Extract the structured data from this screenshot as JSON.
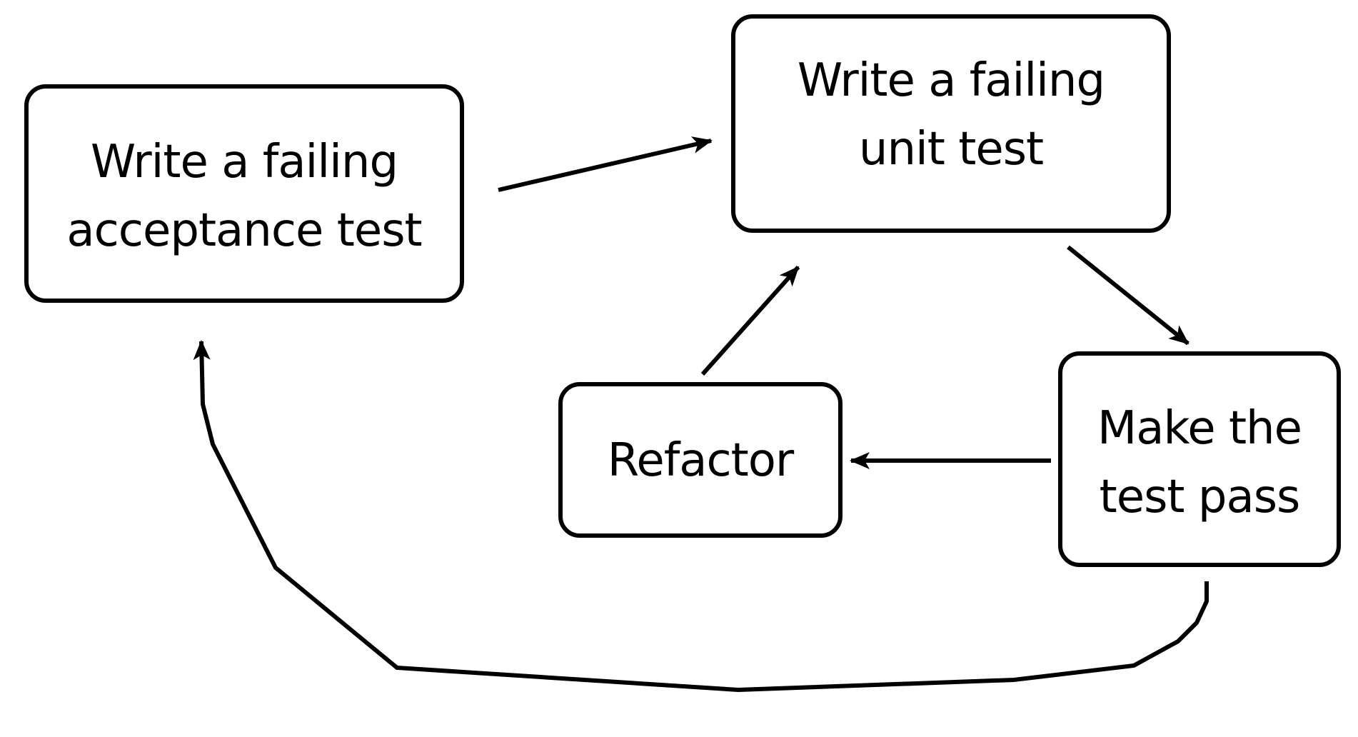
{
  "diagram": {
    "nodes": {
      "acceptance_test": {
        "label": "Write a failing\nacceptance test"
      },
      "unit_test": {
        "label": "Write a failing\nunit test"
      },
      "make_pass": {
        "label": "Make the\ntest pass"
      },
      "refactor": {
        "label": "Refactor"
      }
    },
    "edges": [
      {
        "from": "acceptance_test",
        "to": "unit_test"
      },
      {
        "from": "unit_test",
        "to": "make_pass"
      },
      {
        "from": "make_pass",
        "to": "refactor"
      },
      {
        "from": "refactor",
        "to": "unit_test"
      },
      {
        "from": "make_pass",
        "to": "acceptance_test"
      }
    ],
    "colors": {
      "stroke": "#000000",
      "background": "#ffffff"
    }
  }
}
